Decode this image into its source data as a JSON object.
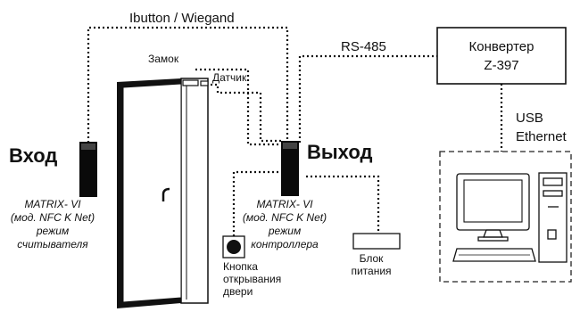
{
  "labels": {
    "ibutton_wiegand": "Ibutton / Wiegand",
    "rs485": "RS-485",
    "lock": "Замок",
    "sensor": "Датчик",
    "converter_line1": "Конвертер",
    "converter_line2": "Z-397",
    "usb": "USB",
    "ethernet": "Ethernet",
    "entry": "Вход",
    "exit": "Выход",
    "reader_caption": [
      "MATRIX- VI",
      "(мод. NFC K Net)",
      "режим",
      "считывателя"
    ],
    "controller_caption": [
      "MATRIX- VI",
      "(мод. NFC K Net)",
      "режим",
      "контроллера"
    ],
    "exit_button": [
      "Кнопка",
      "открывания",
      "двери"
    ],
    "power_supply": [
      "Блок",
      "питания"
    ]
  },
  "colors": {
    "line": "#111111",
    "device": "#0a0a0a",
    "door": "#ffffff"
  }
}
